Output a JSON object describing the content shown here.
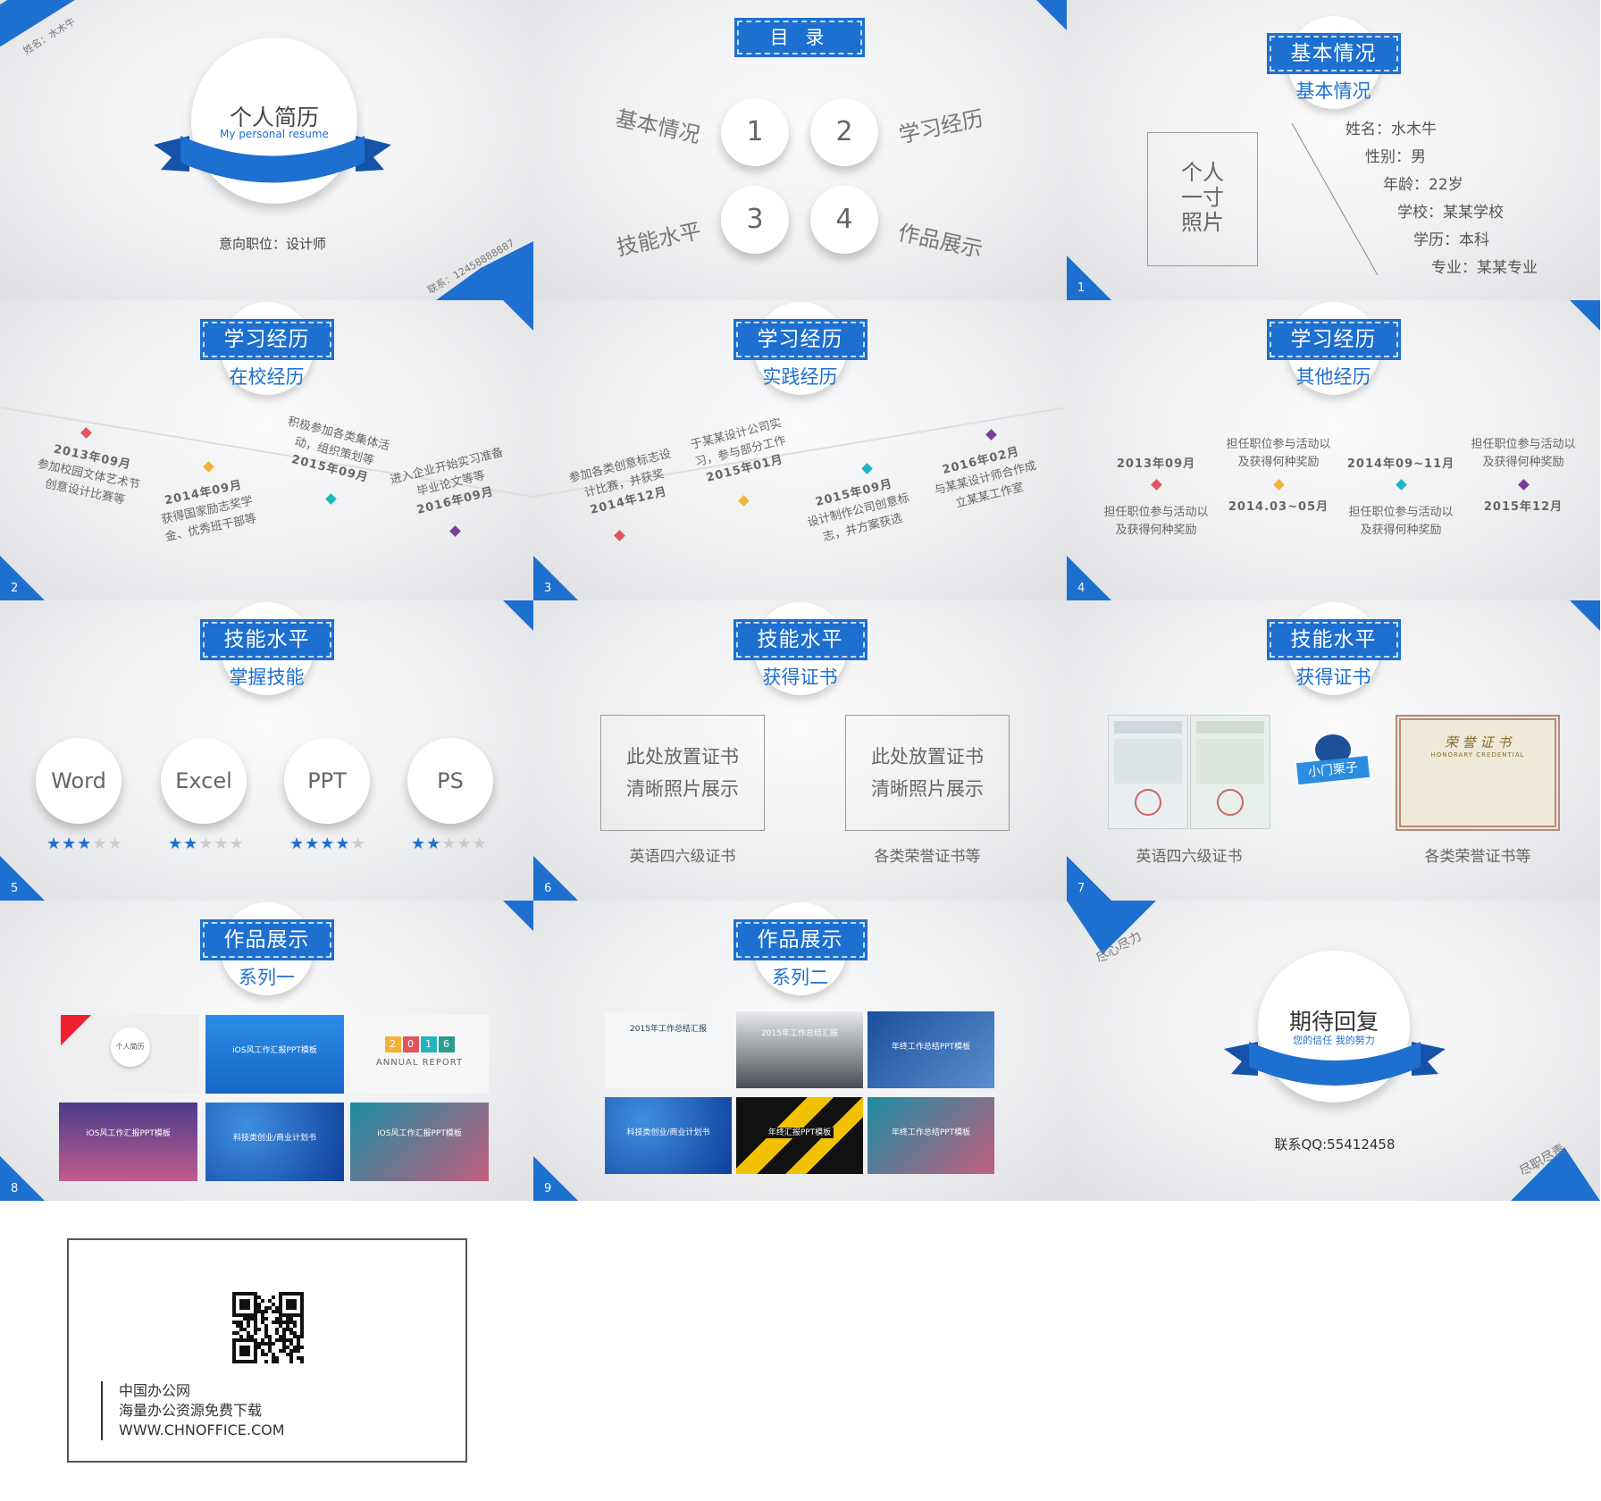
{
  "cover": {
    "name": "姓名：水木牛",
    "title": "个人简历",
    "subtitle": "My personal resume",
    "position": "意向职位：设计师",
    "contact": "联系：12458888887"
  },
  "toc": {
    "title": "目 录",
    "items": [
      {
        "num": "1",
        "label": "基本情况"
      },
      {
        "num": "2",
        "label": "学习经历"
      },
      {
        "num": "3",
        "label": "技能水平"
      },
      {
        "num": "4",
        "label": "作品展示"
      }
    ]
  },
  "basic": {
    "header": "基本情况",
    "sub": "基本情况",
    "photo": [
      "个人",
      "一寸",
      "照片"
    ],
    "fields": [
      "姓名：水木牛",
      "性别：男",
      "年龄：22岁",
      "学校：某某学校",
      "学历：本科",
      "专业：某某专业"
    ],
    "page": "1"
  },
  "study1": {
    "header": "学习经历",
    "sub": "在校经历",
    "page": "2",
    "events": [
      {
        "date": "2013年09月",
        "text": "参加校园文体艺术节创意设计比赛等",
        "color": "#e0545e"
      },
      {
        "date": "2014年09月",
        "text": "获得国家励志奖学金、优秀班干部等",
        "color": "#f2b338"
      },
      {
        "date": "2015年09月",
        "text": "积极参加各类集体活动，组织策划等",
        "color": "#20b5c0"
      },
      {
        "date": "2016年09月",
        "text": "进入企业开始实习准备毕业论文等等",
        "color": "#7a3e99"
      }
    ]
  },
  "study2": {
    "header": "学习经历",
    "sub": "实践经历",
    "page": "3",
    "events": [
      {
        "date": "2014年12月",
        "text": "参加各类创意标志设计比赛，并获奖",
        "color": "#e0545e"
      },
      {
        "date": "2015年01月",
        "text": "于某某设计公司实习，参与部分工作",
        "color": "#f2b338"
      },
      {
        "date": "2015年09月",
        "text": "设计制作公司创意标志，并方案获选",
        "color": "#20b5c0"
      },
      {
        "date": "2016年02月",
        "text": "与某某设计师合作成立某某工作室",
        "color": "#7a3e99"
      }
    ]
  },
  "study3": {
    "header": "学习经历",
    "sub": "其他经历",
    "page": "4",
    "events": [
      {
        "date": "2013年09月",
        "text": "担任职位参与活动以及获得何种奖励",
        "color": "#e0545e"
      },
      {
        "date": "2014.03~05月",
        "text": "担任职位参与活动以及获得何种奖励",
        "color": "#f2b338"
      },
      {
        "date": "2014年09~11月",
        "text": "担任职位参与活动以及获得何种奖励",
        "color": "#20b5c0"
      },
      {
        "date": "2015年12月",
        "text": "担任职位参与活动以及获得何种奖励",
        "color": "#7a3e99"
      }
    ]
  },
  "skills": {
    "header": "技能水平",
    "sub": "掌握技能",
    "page": "5",
    "items": [
      {
        "name": "Word",
        "stars": 3
      },
      {
        "name": "Excel",
        "stars": 2
      },
      {
        "name": "PPT",
        "stars": 4
      },
      {
        "name": "PS",
        "stars": 2
      }
    ]
  },
  "cert1": {
    "header": "技能水平",
    "sub": "获得证书",
    "page": "6",
    "boxes": [
      {
        "line1": "此处放置证书",
        "line2": "清晰照片展示",
        "caption": "英语四六级证书"
      },
      {
        "line1": "此处放置证书",
        "line2": "清晰照片展示",
        "caption": "各类荣誉证书等"
      }
    ]
  },
  "cert2": {
    "header": "技能水平",
    "sub": "获得证书",
    "page": "7",
    "caption1": "英语四六级证书",
    "caption2": "各类荣誉证书等",
    "honor": "荣 誉 证 书",
    "honor_en": "HONORARY CREDENTIAL",
    "logo": "小门栗子"
  },
  "works1": {
    "header": "作品展示",
    "sub": "系列一",
    "page": "8",
    "thumbs": [
      "个人简历",
      "iOS风工作汇报PPT模板",
      "ANNUAL REPORT",
      "iOS风工作汇报PPT模板",
      "科技类创业/商业计划书",
      "iOS风工作汇报PPT模板"
    ],
    "digits": [
      "2",
      "0",
      "1",
      "6"
    ]
  },
  "works2": {
    "header": "作品展示",
    "sub": "系列二",
    "page": "9",
    "thumbs": [
      "2015年工作总结汇报",
      "2015年工作总结汇报",
      "年终工作总结PPT模板",
      "科技类创业/商业计划书",
      "年终汇报PPT模板",
      "年终工作总结PPT模板"
    ]
  },
  "end": {
    "slogan1": "尽心尽力",
    "title": "期待回复",
    "subtitle": "您的信任 我的努力",
    "contact": "联系QQ:55412458",
    "slogan2": "尽职尽责"
  },
  "card": {
    "line1": "中国办公网",
    "line2": "海量办公资源免费下载",
    "line3": "WWW.CHNOFFICE.COM"
  },
  "colors": {
    "accent": "#1d6fd0"
  }
}
